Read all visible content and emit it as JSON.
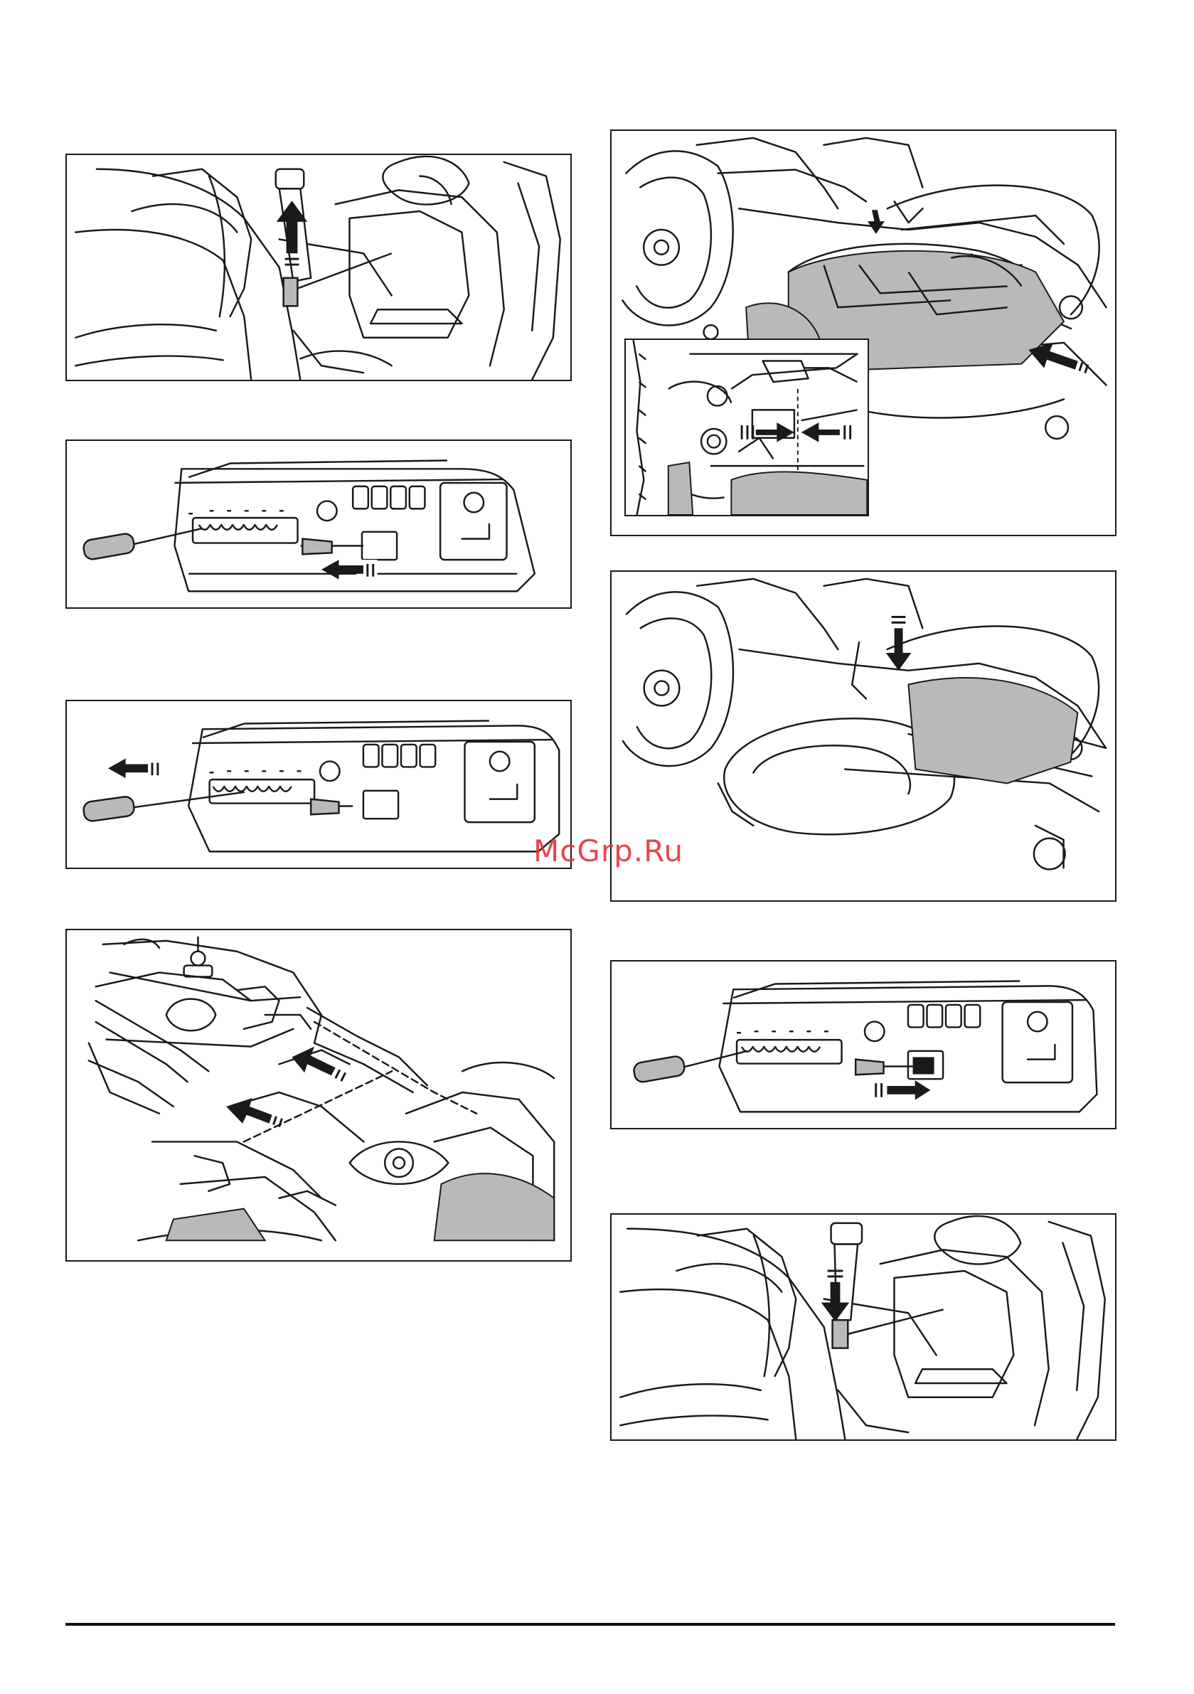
{
  "document": {
    "watermark": "McGrp.Ru",
    "colors": {
      "line": "#1a1a1a",
      "shade": "#b9b9b9",
      "watermark": "#e0353b"
    }
  },
  "figures": [
    {
      "id": "fig-left-1",
      "depicts": "lift-lever"
    },
    {
      "id": "fig-left-2",
      "depicts": "dashboard-lever-left-slider-back"
    },
    {
      "id": "fig-left-3",
      "depicts": "dashboard-lever-pull-left"
    },
    {
      "id": "fig-left-4",
      "depicts": "deck-hitch-assembly"
    },
    {
      "id": "fig-right-1",
      "depicts": "deck-under-mower-with-inset"
    },
    {
      "id": "fig-right-2",
      "depicts": "deck-mounted-push-down"
    },
    {
      "id": "fig-right-3",
      "depicts": "dashboard-lever-slider-forward"
    },
    {
      "id": "fig-right-4",
      "depicts": "lift-lever-down"
    }
  ]
}
